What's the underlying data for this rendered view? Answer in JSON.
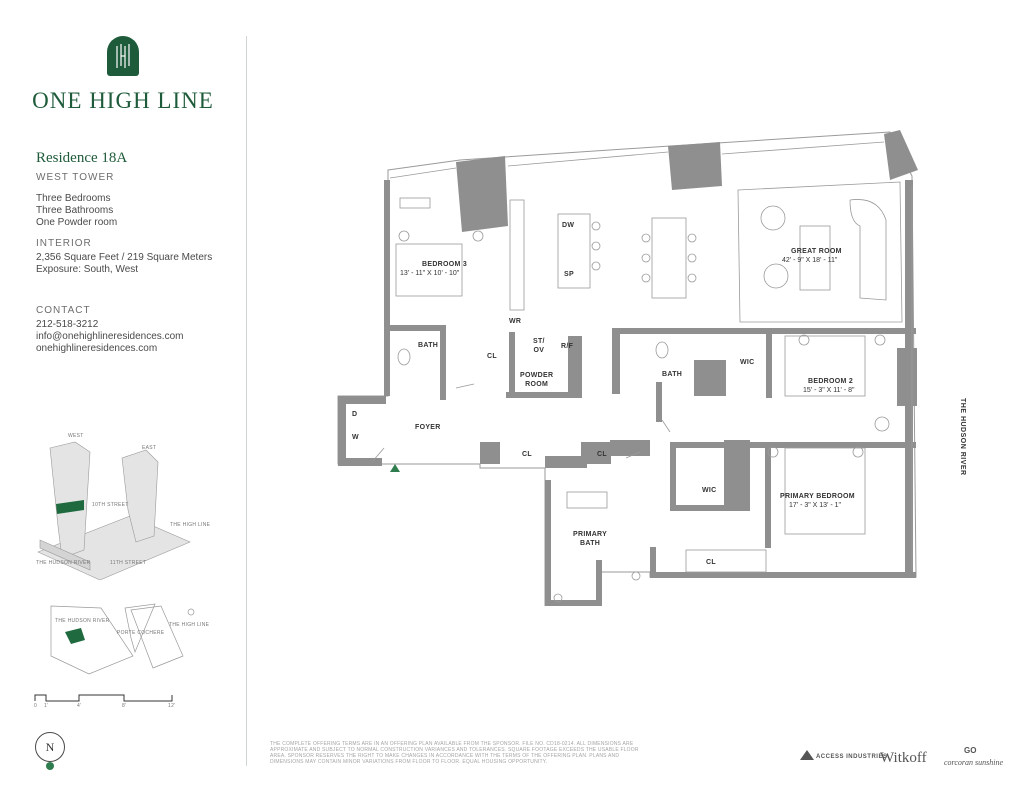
{
  "brand": {
    "logo_monogram": "1H",
    "name": "ONE HIGH LINE",
    "accent_color": "#1e5b3a"
  },
  "residence": {
    "title": "Residence 18A",
    "tower": "WEST TOWER",
    "features": [
      "Three Bedrooms",
      "Three Bathrooms",
      "One Powder room"
    ],
    "interior_label": "INTERIOR",
    "interior_lines": [
      "2,356 Square Feet / 219 Square Meters",
      "Exposure: South, West"
    ],
    "contact_label": "CONTACT",
    "contact_lines": [
      "212-518-3212",
      "info@onehighlineresidences.com",
      "onehighlineresidences.com"
    ]
  },
  "site_diagram": {
    "labels": {
      "west": "WEST",
      "east": "EAST",
      "street_10": "10TH STREET",
      "high_line": "THE HIGH LINE",
      "hudson": "THE HUDSON RIVER",
      "street_11": "11TH STREET"
    }
  },
  "key_plan": {
    "labels": {
      "hudson": "THE HUDSON RIVER",
      "porte": "PORTE COCHERE",
      "high_line": "THE HIGH LINE"
    }
  },
  "scale_bar": {
    "ticks": [
      "0",
      "1'",
      "4'",
      "8'",
      "12'"
    ]
  },
  "compass": {
    "label": "N"
  },
  "floor_plan": {
    "rooms": {
      "bedroom3": "BEDROOM 3",
      "bedroom3_dims": "13' - 11\" X 10' - 10\"",
      "dw": "DW",
      "sp": "SP",
      "great_room": "GREAT ROOM",
      "great_room_dims": "42' - 9\" X 18' - 11\"",
      "bath1": "BATH",
      "wr": "WR",
      "cl1": "CL",
      "st_ov": "ST/\nOV",
      "rf": "R/F",
      "powder": "POWDER\nROOM",
      "bath2": "BATH",
      "wic1": "WIC",
      "bedroom2": "BEDROOM 2",
      "bedroom2_dims": "15' - 3\" X 11' - 8\"",
      "d": "D",
      "w": "W",
      "foyer": "FOYER",
      "cl2": "CL",
      "cl3": "CL",
      "wic2": "WIC",
      "primary_bedroom": "PRIMARY BEDROOM",
      "primary_bedroom_dims": "17' - 3\" X 13' - 1\"",
      "primary_bath": "PRIMARY\nBATH",
      "cl4": "CL"
    },
    "river_label": "THE HUDSON RIVER"
  },
  "disclaimer": "The complete offering terms are in an offering plan available from the sponsor. File No. CD18-0214. All dimensions are approximate and subject to normal construction variances and tolerances. Square footage exceeds the usable floor area. Sponsor reserves the right to make changes in accordance with the terms of the offering plan. Plans and dimensions may contain minor variations from floor to floor. Equal housing opportunity.",
  "developers": {
    "access": "ACCESS INDUSTRIES",
    "witkoff": "Witkoff",
    "corcoran": "corcoran sunshine",
    "corcoran_logo": "GO"
  }
}
